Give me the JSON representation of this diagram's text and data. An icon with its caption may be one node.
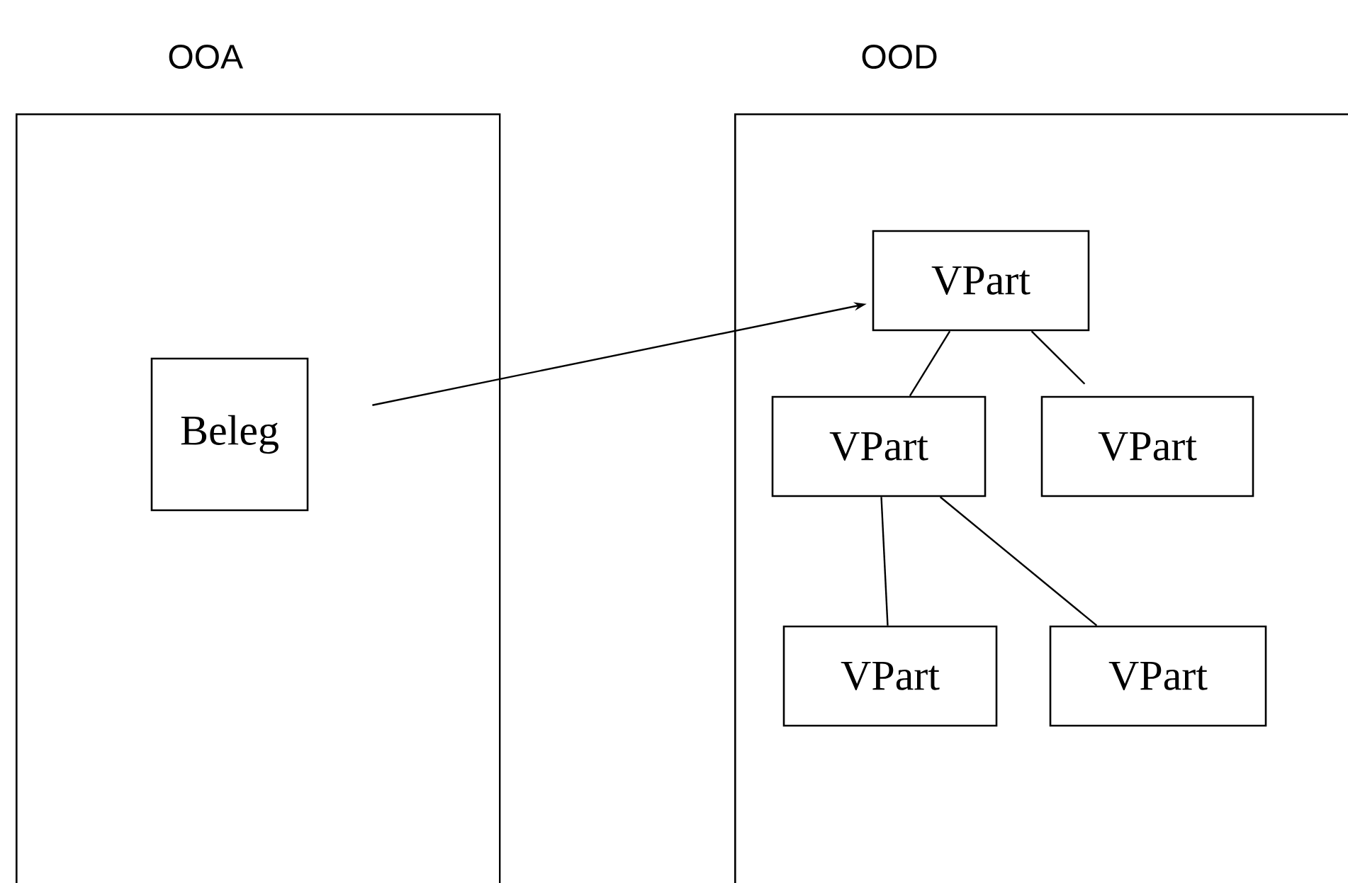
{
  "diagram": {
    "nodes": [
      {
        "text": [
          "OOA"
        ]
      },
      {
        "text": [
          "OOD"
        ]
      },
      {
        "text": [
          "Beleg"
        ],
        "in": 0
      },
      {
        "text": [
          "VPart"
        ],
        "in": 1
      },
      {
        "text": [
          "VPart"
        ],
        "in": 1
      },
      {
        "text": [
          "VPart"
        ],
        "in": 1
      },
      {
        "text": [
          "VPart"
        ],
        "in": 1
      },
      {
        "text": [
          "VPart"
        ],
        "in": 1
      }
    ],
    "edges": [
      {
        "from": 2,
        "to": 3,
        "arrow": "to"
      },
      {
        "from": 3,
        "to": 4,
        "arrow": "none"
      },
      {
        "from": 3,
        "to": 5,
        "arrow": "none"
      },
      {
        "from": 4,
        "to": 6,
        "arrow": "none"
      },
      {
        "from": 4,
        "to": 7,
        "arrow": "none"
      }
    ]
  }
}
